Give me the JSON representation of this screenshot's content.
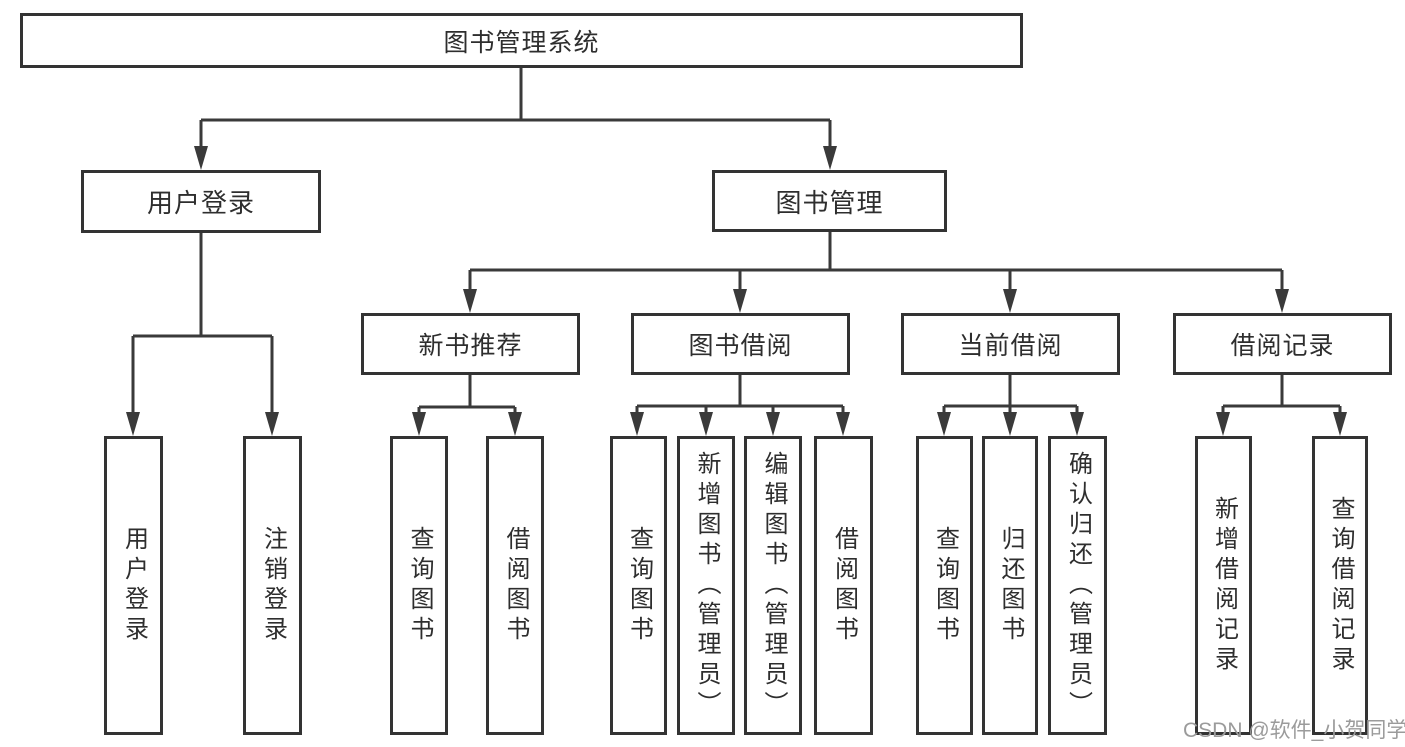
{
  "colors": {
    "line": "#3a3a3a",
    "box_border": "#333333",
    "text": "#2e2e2e",
    "watermark": "#9b9b9b",
    "background": "#ffffff"
  },
  "tree": {
    "root": {
      "label": "图书管理系统"
    },
    "user_login": {
      "label": "用户登录",
      "children": [
        "用户登录",
        "注销登录"
      ]
    },
    "book_management": {
      "label": "图书管理",
      "modules": {
        "new_books": {
          "label": "新书推荐",
          "children": [
            "查询图书",
            "借阅图书"
          ]
        },
        "book_borrow": {
          "label": "图书借阅",
          "children": [
            "查询图书",
            "新增图书（管理员）",
            "编辑图书（管理员）",
            "借阅图书"
          ]
        },
        "current_borrow": {
          "label": "当前借阅",
          "children": [
            "查询图书",
            "归还图书",
            "确认归还（管理员）"
          ]
        },
        "borrow_records": {
          "label": "借阅记录",
          "children": [
            "新增借阅记录",
            "查询借阅记录"
          ]
        }
      }
    }
  },
  "watermark": {
    "text": "CSDN @软件_小贺同学"
  }
}
